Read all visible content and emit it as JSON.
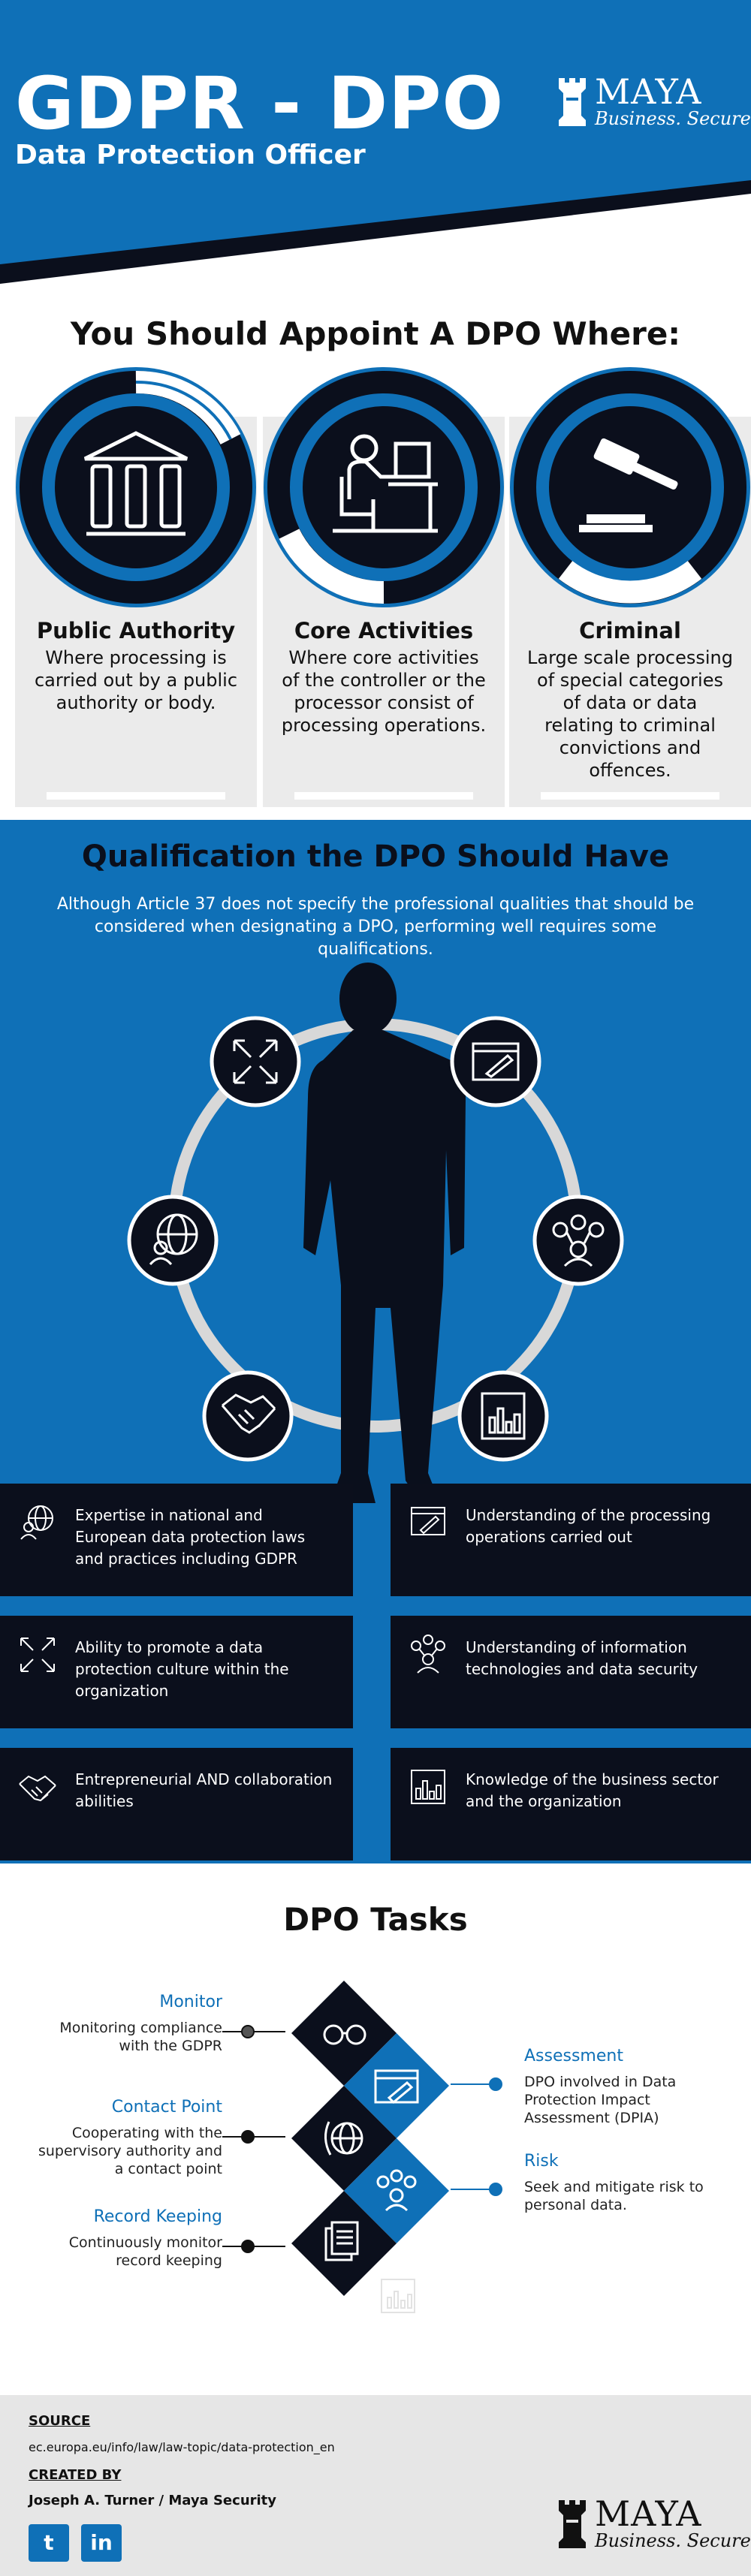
{
  "header": {
    "title": "GDPR - DPO",
    "subtitle": "Data Protection Officer"
  },
  "brand": {
    "name": "MAYA",
    "tagline": "Business. Secure"
  },
  "appoint": {
    "heading": "You Should Appoint A DPO Where:",
    "cards": [
      {
        "title": "Public Authority",
        "text": "Where processing is carried out by a public authority or body.",
        "icon": "pillars-icon"
      },
      {
        "title": "Core Activities",
        "text": "Where core activities of the controller or the processor consist of processing operations.",
        "icon": "desk-worker-icon"
      },
      {
        "title": "Criminal",
        "text": "Large scale processing of special categories of data or data relating to criminal convictions and offences.",
        "icon": "gavel-icon"
      }
    ]
  },
  "qualification": {
    "heading": "Qualification the DPO Should Have",
    "intro": "Although Article 37 does not specify the professional qualities that should be considered when designating a DPO, performing well requires some qualifications.",
    "items": [
      {
        "text": "Expertise in national and European data protection laws and practices including GDPR",
        "icon": "globe-user-icon"
      },
      {
        "text": "Understanding of the processing operations carried out",
        "icon": "edit-window-icon"
      },
      {
        "text": "Ability to promote a data protection culture within the organization",
        "icon": "expand-arrows-icon"
      },
      {
        "text": "Understanding of information technologies and data security",
        "icon": "network-user-icon"
      },
      {
        "text": "Entrepreneurial AND collaboration abilities",
        "icon": "handshake-icon"
      },
      {
        "text": "Knowledge of the business sector and the organization",
        "icon": "bar-chart-icon"
      }
    ]
  },
  "tasks": {
    "heading": "DPO Tasks",
    "items": [
      {
        "title": "Monitor",
        "text": "Monitoring compliance with the GDPR",
        "icon": "glasses-icon"
      },
      {
        "title": "Assessment",
        "text": "DPO involved in Data Protection Impact Assessment (DPIA)",
        "icon": "edit-window-icon"
      },
      {
        "title": "Contact Point",
        "text": "Cooperating with the supervisory authority and a contact point",
        "icon": "phone-globe-icon"
      },
      {
        "title": "Risk",
        "text": "Seek and mitigate risk to personal data.",
        "icon": "network-user-icon"
      },
      {
        "title": "Record Keeping",
        "text": "Continuously monitor record keeping",
        "icon": "documents-icon"
      }
    ]
  },
  "footer": {
    "source_label": "SOURCE",
    "source_text": "ec.europa.eu/info/law/law-topic/data-protection_en",
    "created_label": "CREATED BY",
    "created_text": "Joseph A. Turner / Maya Security",
    "social": [
      {
        "name": "twitter",
        "glyph": "t"
      },
      {
        "name": "linkedin",
        "glyph": "in"
      }
    ]
  },
  "colors": {
    "brand_blue": "#0f70b7",
    "navy": "#0b0f1c",
    "light_gray": "#ebebeb"
  }
}
